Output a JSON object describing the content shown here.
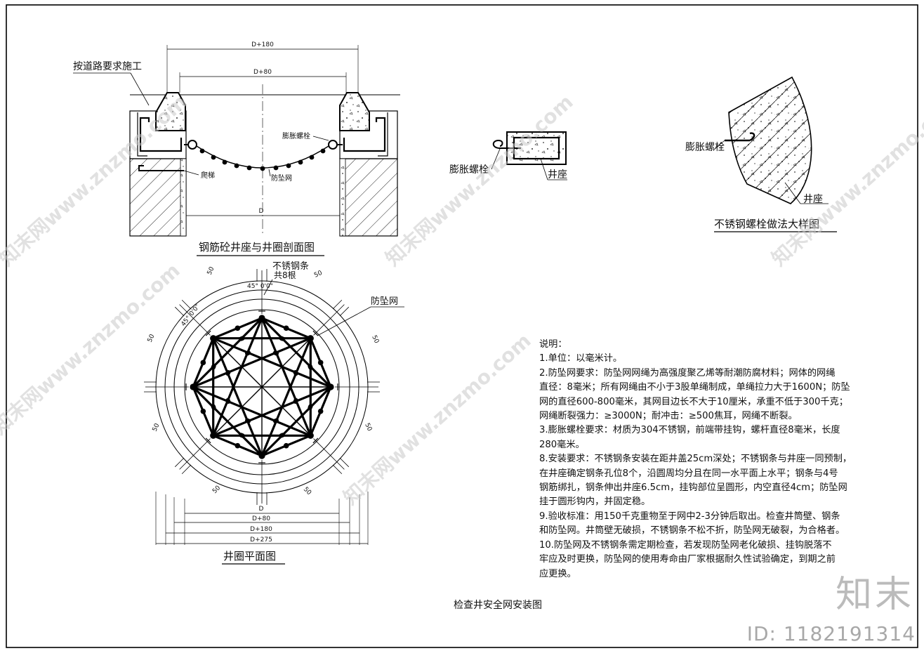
{
  "section": {
    "top_note": "按道路要求施工",
    "dim_d180": "D+180",
    "dim_d80": "D+80",
    "dim_d": "D",
    "bolt_label": "膨胀螺栓",
    "ladder_label": "爬梯",
    "net_label": "防坠网",
    "caption": "钢筋砼井座与井圈剖面图"
  },
  "detail_a": {
    "bolt_label": "膨胀螺栓",
    "seat_label": "井座"
  },
  "detail_b": {
    "bolt_label": "膨胀螺栓",
    "seat_label": "井座",
    "caption": "不锈钢螺栓做法大样图"
  },
  "plan": {
    "bar_label": "不锈钢条",
    "bar_count": "共8根",
    "net_label": "防坠网",
    "angle_a": "45° 0'0\"",
    "angle_b": "45° 0'0\"",
    "dim_50": "50",
    "dim_d": "D",
    "dim_d80": "D+80",
    "dim_d180": "D+180",
    "dim_d275": "D+275",
    "caption": "井圈平面图"
  },
  "notes": {
    "lines": [
      "说明：",
      "1.单位：以毫米计。",
      "2.防坠网要求：防坠网网绳为高强度聚乙烯等耐潮防腐材料；网体的网绳",
      "直径：8毫米；所有网绳由不小于3股单绳制成，单绳拉力大于1600N；防坠",
      "网的直径600-800毫米，其网目边长不大于10厘米，承重不低于300千克；",
      "网绳断裂强力：≥3000N；耐冲击：≥500焦耳，网绳不断裂。",
      "3.膨胀螺栓要求：材质为304不锈钢，前端带挂钩，螺杆直径8毫米，长度",
      "280毫米。",
      "8.安装要求：不锈钢条安装在距井盖25cm深处；不锈钢条与井座一同预制，",
      "在井座确定钢条孔位8个，沿圆周均分且在同一水平面上水平；钢条与4号",
      "钢筋绑扎，钢条伸出井座6.5cm，挂钩部位呈圆形，内空直径4cm；防坠网",
      "挂于圆形钩内，并固定稳。",
      "9.验收标准：用150千克重物至于网中2-3分钟后取出。检查井筒壁、钢条",
      "和防坠网。井筒壁无破损，不锈钢条不松不折，防坠网无破裂，为合格者。",
      "10.防坠网及不锈钢条需定期检查，若发现防坠网老化破损、挂钩脱落不",
      "牢应及时更换，防坠网的使用寿命由厂家根据耐久性试验确定，到期之前",
      "应更换。"
    ]
  },
  "title": "检查井安全网安装图",
  "watermark": {
    "text": "知末网www.znzmo.com",
    "brand": "知末",
    "id": "ID: 1182191314"
  }
}
